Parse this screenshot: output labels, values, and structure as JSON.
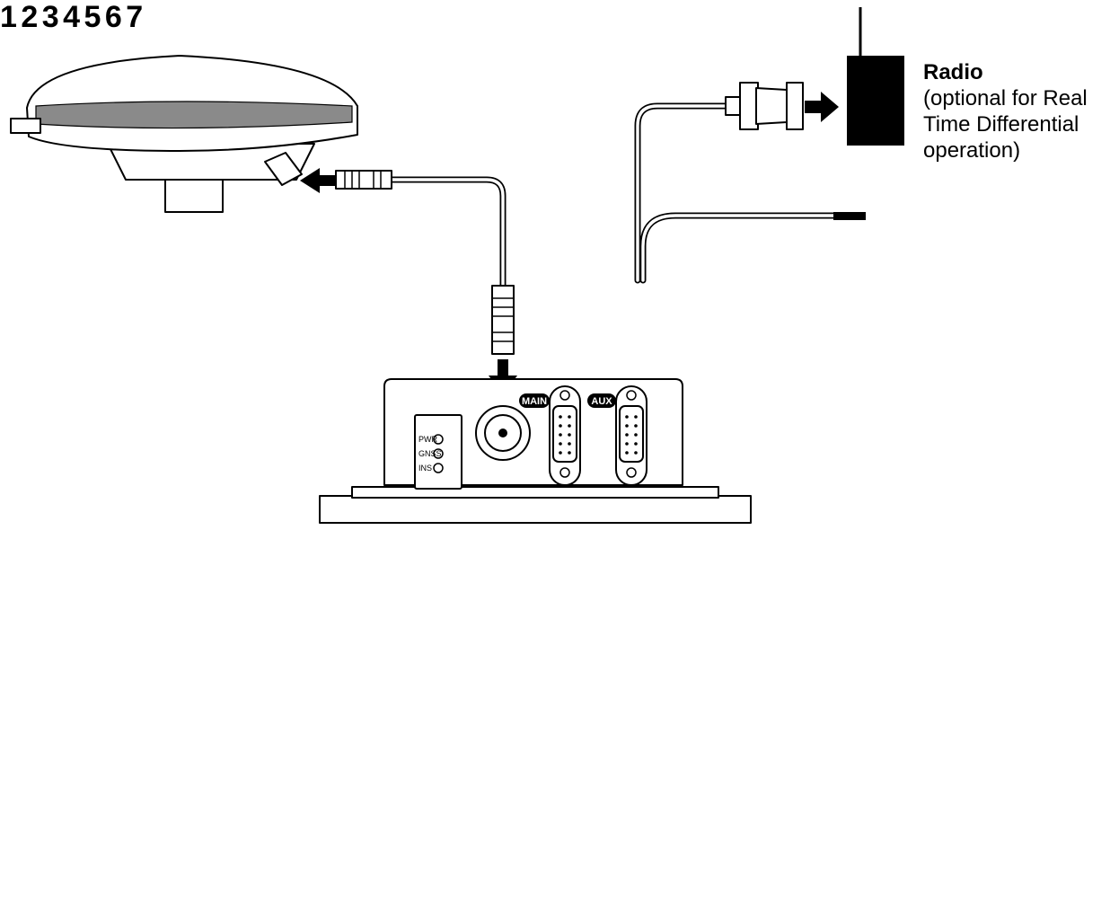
{
  "callouts": [
    {
      "id": "antenna",
      "number": "1"
    },
    {
      "id": "receiver",
      "number": "2"
    },
    {
      "id": "antenna-cable",
      "number": "3"
    },
    {
      "id": "power-lead",
      "number": "4"
    },
    {
      "id": "main-port-cable",
      "number": "5"
    },
    {
      "id": "aux-radio-cable",
      "number": "6"
    },
    {
      "id": "aux-io-lead",
      "number": "7"
    }
  ],
  "radio": {
    "title": "Radio",
    "description": "(optional for Real Time Differential operation)"
  },
  "receiver_panel": {
    "leds": [
      "PWR",
      "GNSS",
      "INS"
    ],
    "port_main": "MAIN",
    "port_aux": "AUX"
  },
  "colors": {
    "battery_terminal_positive": "#e8141b",
    "outline": "#000000",
    "antenna_band": "#8a8a8a"
  },
  "icons": [
    "gnss-antenna-icon",
    "receiver-box-icon",
    "battery-icon",
    "laptop-icon",
    "radio-icon",
    "db9-connector-icon",
    "tnc-connector-icon"
  ]
}
